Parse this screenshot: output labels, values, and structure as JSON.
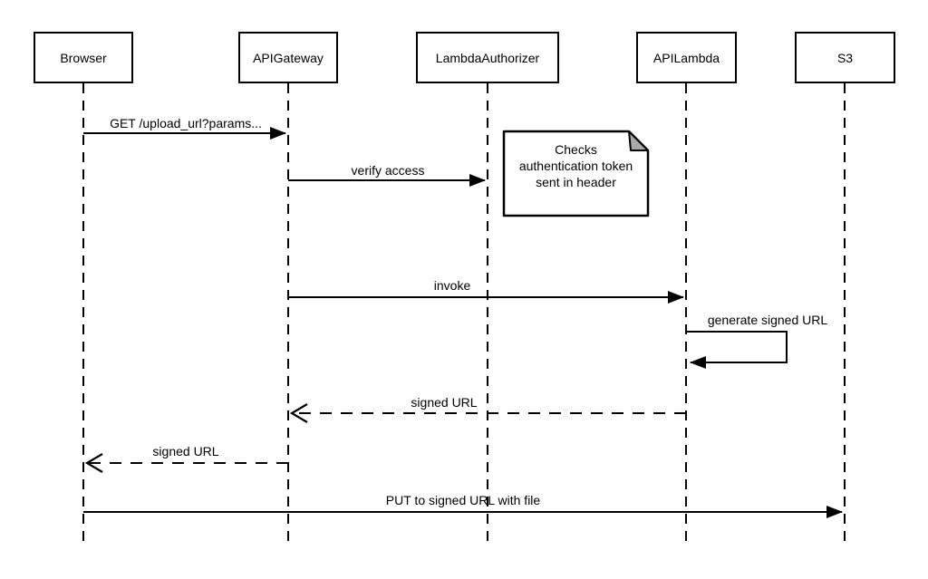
{
  "colors": {
    "background": "#ffffff",
    "line": "#000000",
    "text": "#000000",
    "note_fill": "#ffffff",
    "note_fold": "#a8a8a8"
  },
  "actors": [
    {
      "label": "Browser"
    },
    {
      "label": "APIGateway"
    },
    {
      "label": "LambdaAuthorizer"
    },
    {
      "label": "APILambda"
    },
    {
      "label": "S3"
    }
  ],
  "messages": [
    {
      "label": "GET /upload_url?params...",
      "from": "Browser",
      "to": "APIGateway",
      "line": "solid"
    },
    {
      "label": "verify access",
      "from": "APIGateway",
      "to": "LambdaAuthorizer",
      "line": "solid"
    },
    {
      "label": "invoke",
      "from": "APIGateway",
      "to": "APILambda",
      "line": "solid"
    },
    {
      "label": "generate signed URL",
      "from": "APILambda",
      "to": "APILambda",
      "line": "solid",
      "self": true
    },
    {
      "label": "signed URL",
      "from": "APILambda",
      "to": "APIGateway",
      "line": "dashed"
    },
    {
      "label": "signed URL",
      "from": "APIGateway",
      "to": "Browser",
      "line": "dashed"
    },
    {
      "label": "PUT to signed URL with file",
      "from": "Browser",
      "to": "S3",
      "line": "solid"
    }
  ],
  "note": {
    "attached_to": "LambdaAuthorizer",
    "lines": [
      "Checks",
      "authentication token",
      "sent in header"
    ]
  }
}
